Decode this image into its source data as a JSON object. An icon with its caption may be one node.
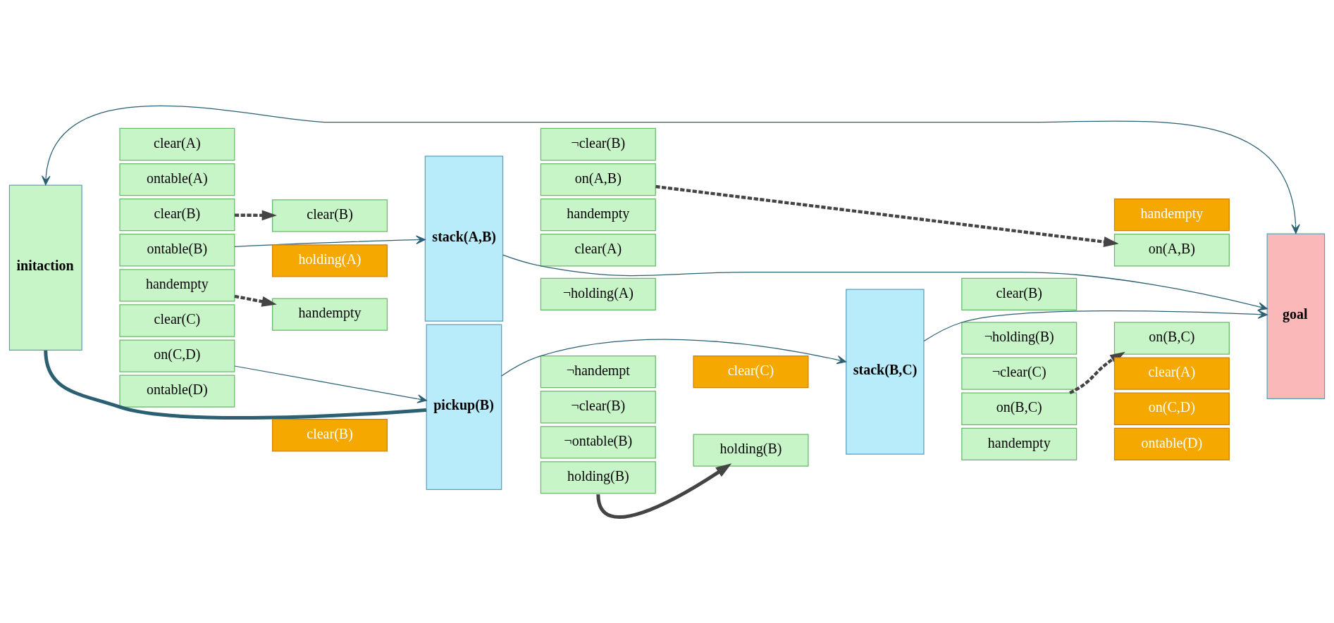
{
  "diagram": {
    "nodes": [
      {
        "text": [
          "initaction"
        ]
      },
      {
        "text": [
          "clear(A)"
        ]
      },
      {
        "text": [
          "ontable(A)"
        ]
      },
      {
        "text": [
          "clear(B)"
        ]
      },
      {
        "text": [
          "ontable(B)"
        ]
      },
      {
        "text": [
          "clear(C)"
        ]
      },
      {
        "text": [
          "on(C,D)"
        ]
      },
      {
        "text": [
          "ontable(D)"
        ]
      },
      {
        "text": [
          "handempty"
        ]
      },
      {
        "text": [
          "stack(A,B)"
        ]
      },
      {
        "text": [
          "holding(A)"
        ]
      },
      {
        "text": [
          "clear(B)"
        ]
      },
      {
        "text": [
          "¬holding(A)"
        ]
      },
      {
        "text": [
          "¬clear(B)"
        ]
      },
      {
        "text": [
          "on(A,B)"
        ]
      },
      {
        "text": [
          "handempty"
        ]
      },
      {
        "text": [
          "clear(A)"
        ]
      },
      {
        "text": [
          "pickup(B)"
        ]
      },
      {
        "text": [
          "handempty"
        ]
      },
      {
        "text": [
          "clear(B)"
        ]
      },
      {
        "text": [
          "¬handempt"
        ]
      },
      {
        "text": [
          "¬clear(B)"
        ]
      },
      {
        "text": [
          "¬ontable(B)"
        ]
      },
      {
        "text": [
          "holding(B)"
        ]
      },
      {
        "text": [
          "stack(B,C)"
        ]
      },
      {
        "text": [
          "holding(B)"
        ]
      },
      {
        "text": [
          "clear(C)"
        ]
      },
      {
        "text": [
          "¬holding(B)"
        ]
      },
      {
        "text": [
          "¬clear(C)"
        ]
      },
      {
        "text": [
          "on(B,C)"
        ]
      },
      {
        "text": [
          "handempty"
        ]
      },
      {
        "text": [
          "clear(B)"
        ]
      },
      {
        "text": [
          "goal"
        ]
      },
      {
        "text": [
          "clear(A)"
        ]
      },
      {
        "text": [
          "on(A,B)"
        ]
      },
      {
        "text": [
          "on(B,C)"
        ]
      },
      {
        "text": [
          "on(C,D)"
        ]
      },
      {
        "text": [
          "ontable(D)"
        ]
      },
      {
        "text": [
          "handempty"
        ]
      }
    ],
    "edges": [
      {
        "from": 4,
        "to": 9,
        "arrow": "to"
      },
      {
        "from": 9,
        "to": 32,
        "arrow": "to"
      },
      {
        "from": 0,
        "to": 32,
        "arrow": "both"
      },
      {
        "from": 6,
        "to": 17,
        "arrow": "to"
      },
      {
        "from": 17,
        "to": 24,
        "arrow": "to"
      },
      {
        "from": 24,
        "to": 32,
        "arrow": "to"
      },
      {
        "from": 3,
        "to": 11,
        "arrow": "to",
        "style": "dashed",
        "color": "#444444"
      },
      {
        "from": 14,
        "to": 34,
        "arrow": "to",
        "style": "dashed",
        "color": "#444444"
      },
      {
        "from": 29,
        "to": 35,
        "arrow": "to",
        "style": "dashed",
        "color": "#444444"
      },
      {
        "from": 8,
        "to": 18,
        "arrow": "to",
        "style": "dashed",
        "color": "#444444"
      },
      {
        "from": 23,
        "to": 25,
        "arrow": "to",
        "style": "thick",
        "color": "#444444"
      },
      {
        "from": 0,
        "to": 17,
        "arrow": "none",
        "style": "thick"
      }
    ]
  }
}
